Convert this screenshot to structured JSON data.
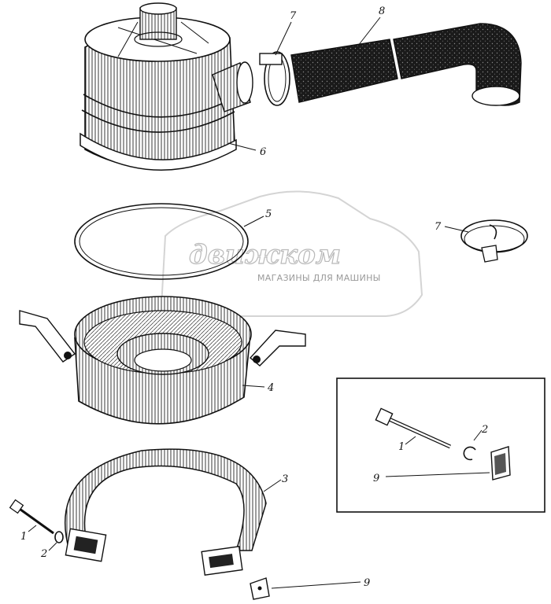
{
  "watermark": {
    "brand": "движком",
    "tagline": "МАГАЗИНЫ ДЛЯ МАШИНЫ"
  },
  "callouts": {
    "c7_top": "7",
    "c8": "8",
    "c6": "6",
    "c5": "5",
    "c7_right": "7",
    "c4": "4",
    "c3": "3",
    "c1_left": "1",
    "c2_left": "2",
    "c9_bottom": "9",
    "c1_inset": "1",
    "c2_inset": "2",
    "c9_inset": "9"
  },
  "colors": {
    "ink": "#111111",
    "hose_fill": "#2a2a2a",
    "watermark_outline": "#b9b9b9"
  }
}
